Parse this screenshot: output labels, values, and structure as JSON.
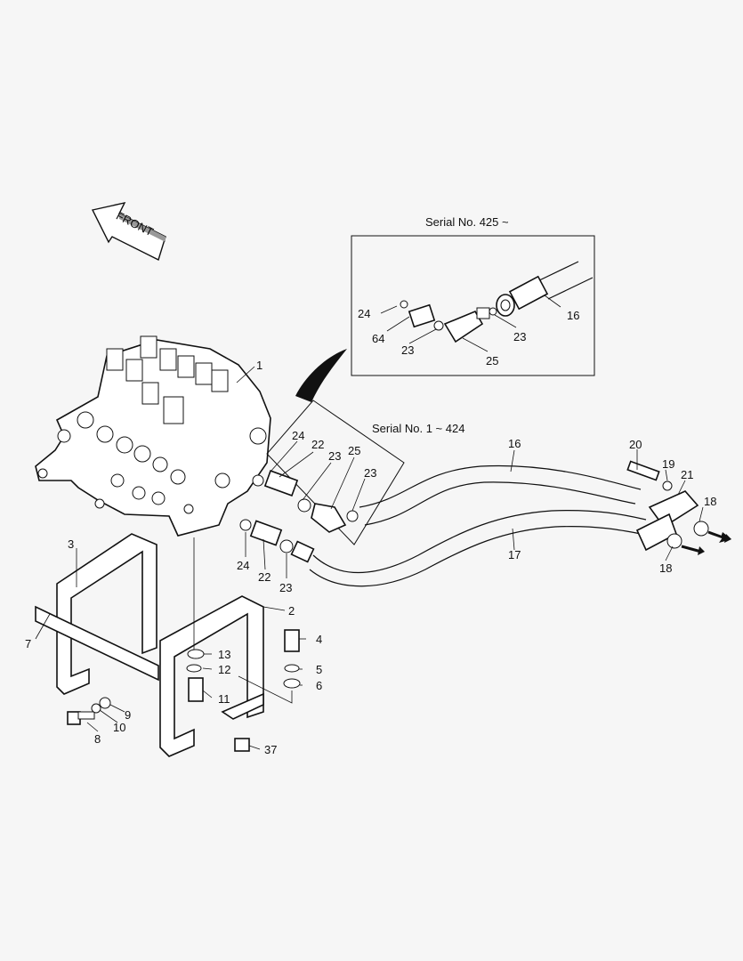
{
  "diagram": {
    "front_label": "FRONT",
    "serial_new": "Serial No. 425 ~",
    "serial_old": "Serial No. 1 ~ 424",
    "callouts": {
      "c1": "1",
      "c2": "2",
      "c3": "3",
      "c4": "4",
      "c5": "5",
      "c6": "6",
      "c7": "7",
      "c8": "8",
      "c9": "9",
      "c10": "10",
      "c11": "11",
      "c12": "12",
      "c13": "13",
      "c16_inset": "16",
      "c16": "16",
      "c17": "17",
      "c18_top": "18",
      "c18_bottom": "18",
      "c19": "19",
      "c20": "20",
      "c21": "21",
      "c22_top": "22",
      "c22_bottom": "22",
      "c23_inset_left": "23",
      "c23_inset_right": "23",
      "c23_top": "23",
      "c23_right": "23",
      "c23_bottom": "23",
      "c24_inset": "24",
      "c24_top": "24",
      "c24_bottom": "24",
      "c25_inset": "25",
      "c25": "25",
      "c37": "37",
      "c64": "64"
    }
  }
}
